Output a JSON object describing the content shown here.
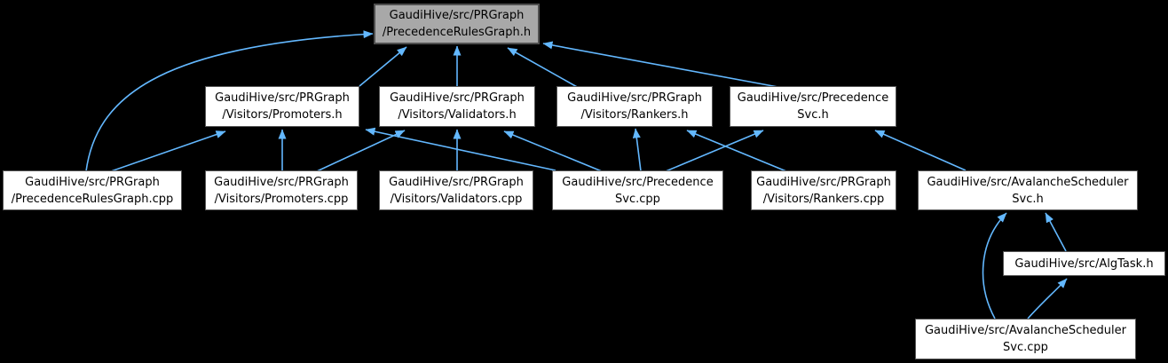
{
  "diagram": {
    "kind": "include-dependency-graph",
    "background_color": "#000000",
    "edge_color": "#63b8ff",
    "node_fill": "#ffffff",
    "node_border": "#565656",
    "selected_node_fill": "#a8a8a8",
    "nodes": [
      {
        "id": "prg_h",
        "label": "GaudiHive/src/PRGraph\n/PrecedenceRulesGraph.h",
        "selected": true
      },
      {
        "id": "promoters_h",
        "label": "GaudiHive/src/PRGraph\n/Visitors/Promoters.h",
        "selected": false
      },
      {
        "id": "validators_h",
        "label": "GaudiHive/src/PRGraph\n/Visitors/Validators.h",
        "selected": false
      },
      {
        "id": "rankers_h",
        "label": "GaudiHive/src/PRGraph\n/Visitors/Rankers.h",
        "selected": false
      },
      {
        "id": "precsvc_h",
        "label": "GaudiHive/src/Precedence\nSvc.h",
        "selected": false
      },
      {
        "id": "prg_cpp",
        "label": "GaudiHive/src/PRGraph\n/PrecedenceRulesGraph.cpp",
        "selected": false
      },
      {
        "id": "promoters_cpp",
        "label": "GaudiHive/src/PRGraph\n/Visitors/Promoters.cpp",
        "selected": false
      },
      {
        "id": "validators_cpp",
        "label": "GaudiHive/src/PRGraph\n/Visitors/Validators.cpp",
        "selected": false
      },
      {
        "id": "precsvc_cpp",
        "label": "GaudiHive/src/Precedence\nSvc.cpp",
        "selected": false
      },
      {
        "id": "rankers_cpp",
        "label": "GaudiHive/src/PRGraph\n/Visitors/Rankers.cpp",
        "selected": false
      },
      {
        "id": "avalsched_h",
        "label": "GaudiHive/src/AvalancheScheduler\nSvc.h",
        "selected": false
      },
      {
        "id": "algtask_h",
        "label": "GaudiHive/src/AlgTask.h",
        "selected": false
      },
      {
        "id": "avalsched_cpp",
        "label": "GaudiHive/src/AvalancheScheduler\nSvc.cpp",
        "selected": false
      }
    ],
    "edges": [
      {
        "from": "prg_cpp",
        "to": "prg_h"
      },
      {
        "from": "promoters_h",
        "to": "prg_h"
      },
      {
        "from": "validators_h",
        "to": "prg_h"
      },
      {
        "from": "rankers_h",
        "to": "prg_h"
      },
      {
        "from": "precsvc_h",
        "to": "prg_h"
      },
      {
        "from": "prg_cpp",
        "to": "promoters_h"
      },
      {
        "from": "promoters_cpp",
        "to": "promoters_h"
      },
      {
        "from": "precsvc_cpp",
        "to": "promoters_h"
      },
      {
        "from": "promoters_cpp",
        "to": "validators_h"
      },
      {
        "from": "validators_cpp",
        "to": "validators_h"
      },
      {
        "from": "precsvc_cpp",
        "to": "validators_h"
      },
      {
        "from": "precsvc_cpp",
        "to": "rankers_h"
      },
      {
        "from": "rankers_cpp",
        "to": "rankers_h"
      },
      {
        "from": "precsvc_cpp",
        "to": "precsvc_h"
      },
      {
        "from": "avalsched_h",
        "to": "precsvc_h"
      },
      {
        "from": "algtask_h",
        "to": "avalsched_h"
      },
      {
        "from": "avalsched_cpp",
        "to": "avalsched_h"
      },
      {
        "from": "avalsched_cpp",
        "to": "algtask_h"
      }
    ]
  }
}
